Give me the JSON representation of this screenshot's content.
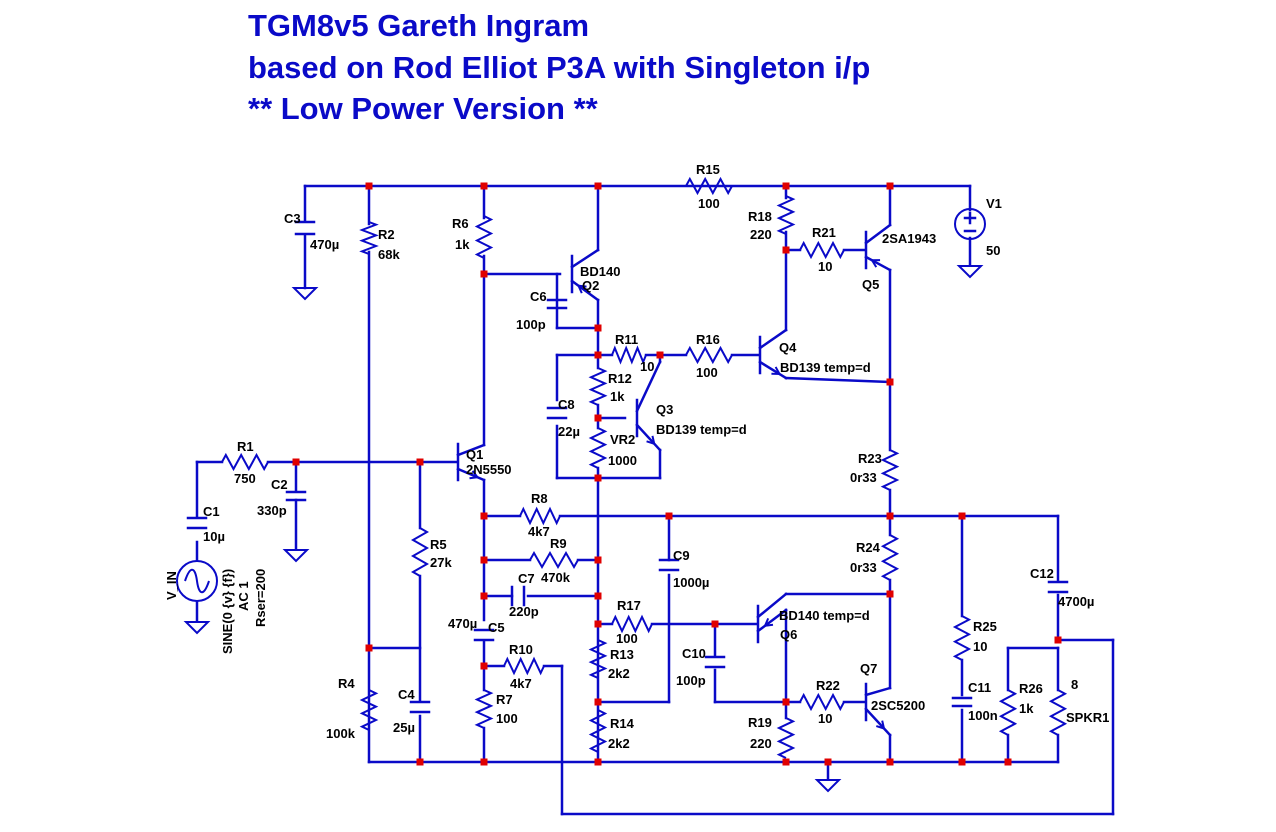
{
  "title": {
    "line1": "TGM8v5    Gareth Ingram",
    "line2": "based on Rod Elliot P3A with Singleton i/p",
    "line3": "** Low Power Version **"
  },
  "wire_color": "#0a0ac8",
  "junction_color": "#e00000",
  "components": {
    "r1": {
      "name": "R1",
      "value": "750"
    },
    "r2": {
      "name": "R2",
      "value": "68k"
    },
    "r4": {
      "name": "R4",
      "value": "100k"
    },
    "r5": {
      "name": "R5",
      "value": "27k"
    },
    "r6": {
      "name": "R6",
      "value": "1k"
    },
    "r7": {
      "name": "R7",
      "value": "100"
    },
    "r8": {
      "name": "R8",
      "value": "4k7"
    },
    "r9": {
      "name": "R9",
      "value": "470k"
    },
    "r10": {
      "name": "R10",
      "value": "4k7"
    },
    "r11": {
      "name": "R11",
      "value": "10"
    },
    "r12": {
      "name": "R12",
      "value": "1k"
    },
    "r13": {
      "name": "R13",
      "value": "2k2"
    },
    "r14": {
      "name": "R14",
      "value": "2k2"
    },
    "r15": {
      "name": "R15",
      "value": "100"
    },
    "r16": {
      "name": "R16",
      "value": "100"
    },
    "r17": {
      "name": "R17",
      "value": "100"
    },
    "r18": {
      "name": "R18",
      "value": "220"
    },
    "r19": {
      "name": "R19",
      "value": "220"
    },
    "r21": {
      "name": "R21",
      "value": "10"
    },
    "r22": {
      "name": "R22",
      "value": "10"
    },
    "r23": {
      "name": "R23",
      "value": "0r33"
    },
    "r24": {
      "name": "R24",
      "value": "0r33"
    },
    "r25": {
      "name": "R25",
      "value": "10"
    },
    "r26": {
      "name": "R26",
      "value": "1k"
    },
    "vr2": {
      "name": "VR2",
      "value": "1000"
    },
    "spkr1": {
      "name": "SPKR1",
      "value": "8"
    },
    "c1": {
      "name": "C1",
      "value": "10µ"
    },
    "c2": {
      "name": "C2",
      "value": "330p"
    },
    "c3": {
      "name": "C3",
      "value": "470µ"
    },
    "c4": {
      "name": "C4",
      "value": "25µ"
    },
    "c5": {
      "name": "C5",
      "value": "470µ"
    },
    "c6": {
      "name": "C6",
      "value": "100p"
    },
    "c7": {
      "name": "C7",
      "value": "220p"
    },
    "c8": {
      "name": "C8",
      "value": "22µ"
    },
    "c9": {
      "name": "C9",
      "value": "1000µ"
    },
    "c10": {
      "name": "C10",
      "value": "100p"
    },
    "c11": {
      "name": "C11",
      "value": "100n"
    },
    "c12": {
      "name": "C12",
      "value": "4700µ"
    },
    "q1": {
      "name": "Q1",
      "value": "2N5550"
    },
    "q2": {
      "name": "Q2",
      "value": "BD140"
    },
    "q3": {
      "name": "Q3",
      "value": "BD139 temp=d"
    },
    "q4": {
      "name": "Q4",
      "value": "BD139 temp=d"
    },
    "q5": {
      "name": "Q5",
      "value": "2SA1943"
    },
    "q6": {
      "name": "Q6",
      "value": "BD140 temp=d"
    },
    "q7": {
      "name": "Q7",
      "value": "2SC5200"
    },
    "v1": {
      "name": "V1",
      "value": "50"
    },
    "vin": {
      "name": "V_IN",
      "value": "SINE(0 {v} {f})",
      "ac": "AC 1",
      "rser": "Rser=200"
    }
  }
}
